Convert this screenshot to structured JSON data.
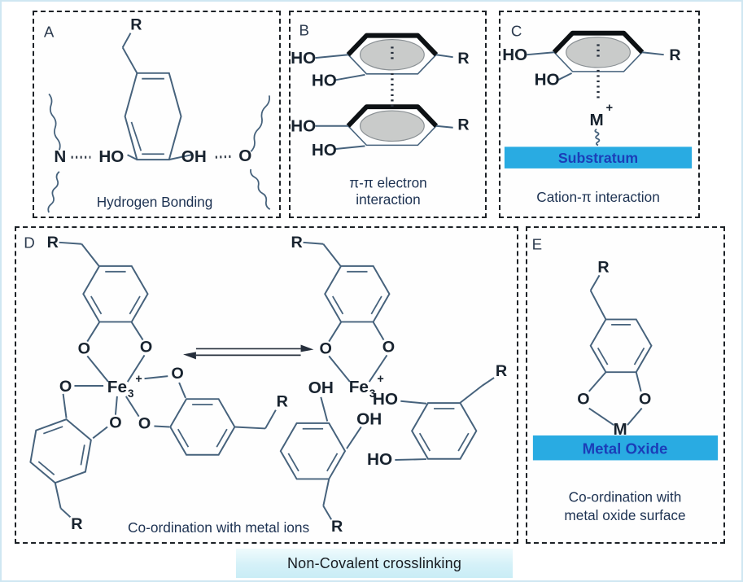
{
  "atoms": {
    "R": "R",
    "HO": "HO",
    "OH": "OH",
    "O": "O",
    "N": "N",
    "M": "M",
    "Fe": "Fe",
    "three": "3",
    "plus": "+"
  },
  "panels": {
    "a": {
      "letter": "A",
      "caption": "Hydrogen Bonding"
    },
    "b": {
      "letter": "B",
      "caption1": "π-π electron",
      "caption2": "interaction"
    },
    "c": {
      "letter": "C",
      "caption": "Cation-π interaction",
      "bar": "Substratum"
    },
    "d": {
      "letter": "D",
      "caption": "Co-ordination with metal ions"
    },
    "e": {
      "letter": "E",
      "caption1": "Co-ordination with",
      "caption2": "metal oxide surface",
      "bar": "Metal Oxide"
    }
  },
  "footer": {
    "label": "Non-Covalent crosslinking"
  },
  "colors": {
    "bond": "#46627c",
    "atom": "#18232f",
    "caption": "#1d3252",
    "letter": "#2c3b4f",
    "dots": "#262f3c",
    "bold": "#0d1114",
    "ring_face": "#c9cbca",
    "ring_face_edge": "#8a9094",
    "bar_fill": "#29abe2",
    "bar_text": "#1b3eb8",
    "footer_fill": "#d9f2f8",
    "frame": "#cfe7f2"
  }
}
